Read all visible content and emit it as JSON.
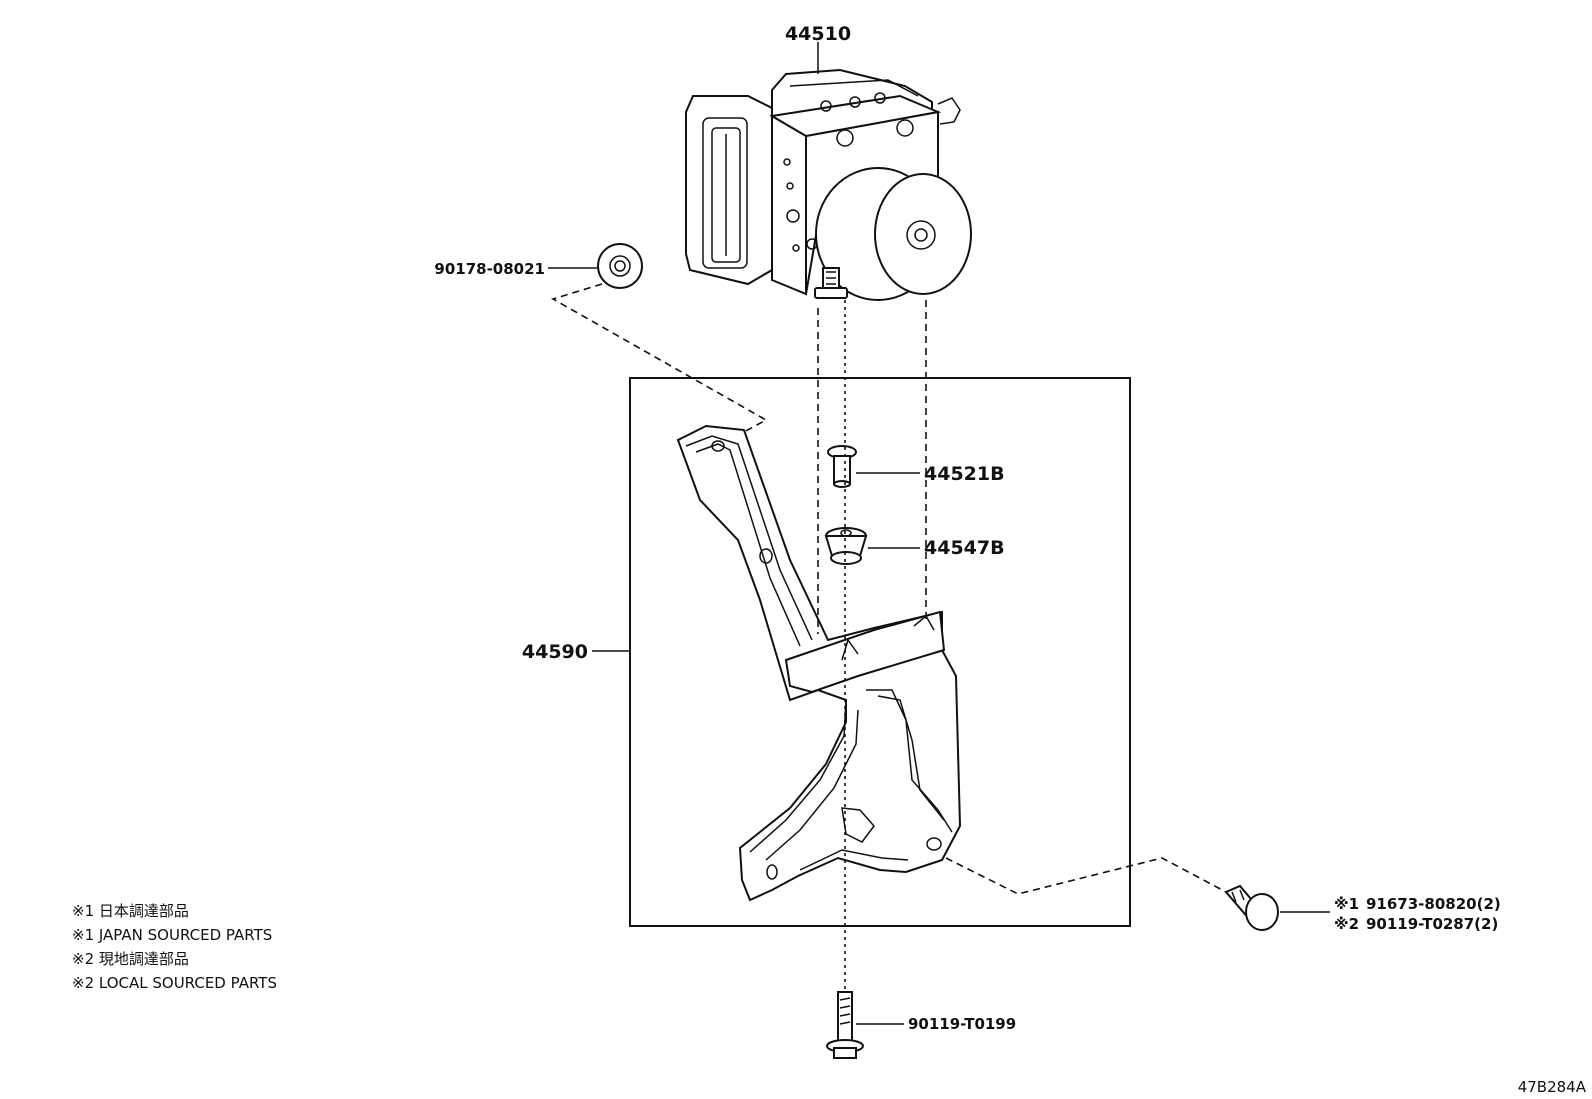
{
  "parts": {
    "abs_actuator": "44510",
    "nut": "90178-08021",
    "collar": "44521B",
    "cushion": "44547B",
    "bracket": "44590",
    "bottom_bolt": "90119-T0199",
    "side_bolt_japan": "91673-80820(2)",
    "side_bolt_local": "90119-T0287(2)"
  },
  "marks": {
    "japan": "※1",
    "local": "※2"
  },
  "notes": [
    "※1 日本調達部品",
    "※1 JAPAN SOURCED PARTS",
    "※2 現地調達部品",
    "※2 LOCAL SOURCED PARTS"
  ],
  "illustration_code": "47B284A"
}
